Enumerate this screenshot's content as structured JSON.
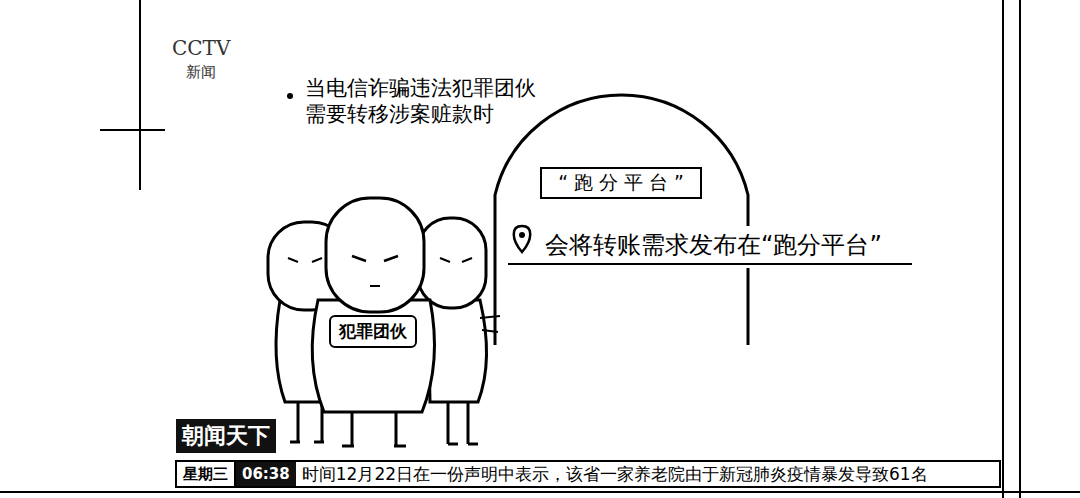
{
  "diagram": {
    "title": "当电信诈骗违法犯罪团伙 需要转移涉案赃款时",
    "nodes": [
      {
        "text": [
          "犯罪团伙"
        ]
      },
      {
        "text": [
          "“跑分平台”",
          "会将转账需求发布在“跑分平台”"
        ]
      }
    ],
    "labels": [
      "CCTV",
      "新闻",
      "朝闻天下",
      "星期三",
      "06:38",
      "时间12月22日在一份声明中表示，该省一家养老院由于新冠肺炎疫情暴发导致61名"
    ]
  }
}
